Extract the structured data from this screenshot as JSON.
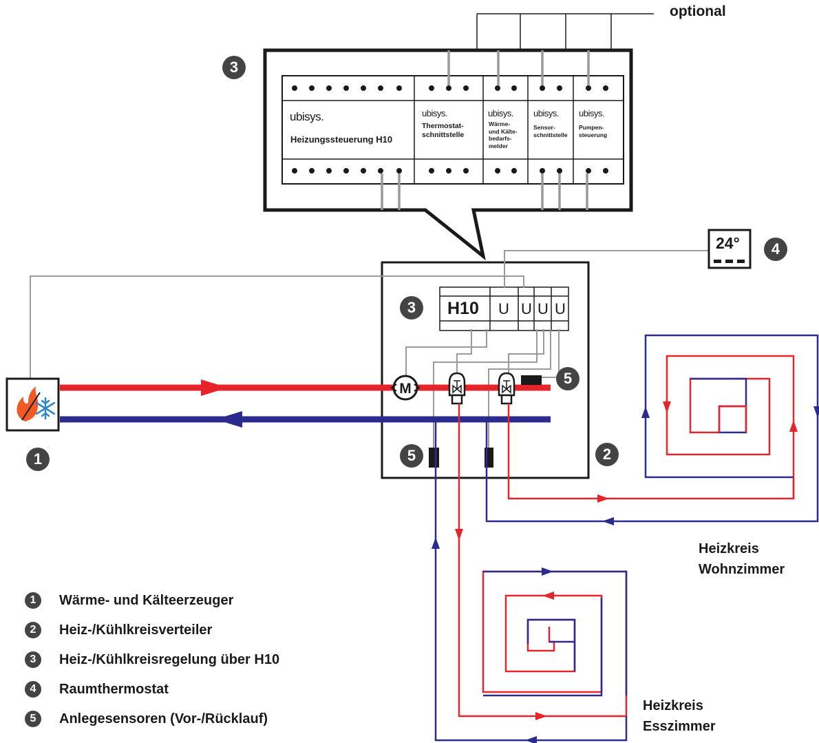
{
  "optional_label": "optional",
  "modules": {
    "brand": "ubisys.",
    "h10": "Heizungssteuerung H10",
    "thermostat": [
      "Thermostat-",
      "schnittstelle"
    ],
    "bedarf": [
      "Wärme-",
      "und Kälte-",
      "bedarfs-",
      "melder"
    ],
    "sensor": [
      "Sensor-",
      "schnittstelle"
    ],
    "pumpe": [
      "Pumpen-",
      "steuerung"
    ]
  },
  "cabinet": {
    "h10": "H10",
    "channel": "U"
  },
  "thermostat_display": "24°",
  "badges": {
    "b1": "1",
    "b2": "2",
    "b3": "3",
    "b4": "4",
    "b5": "5"
  },
  "circuits": {
    "wohn": [
      "Heizkreis",
      "Wohnzimmer"
    ],
    "ess": [
      "Heizkreis",
      "Esszimmer"
    ]
  },
  "legend": [
    {
      "num": "1",
      "text": "Wärme- und Kälteerzeuger"
    },
    {
      "num": "2",
      "text": "Heiz-/Kühlkreisverteiler"
    },
    {
      "num": "3",
      "text": "Heiz-/Kühlkreisregelung über H10"
    },
    {
      "num": "4",
      "text": "Raumthermostat"
    },
    {
      "num": "5",
      "text": "Anlegesensoren (Vor-/Rücklauf)"
    }
  ],
  "colors": {
    "red": "#e8242b",
    "blue": "#2b2a8e",
    "gray": "#999999",
    "dark": "#1a1a1a",
    "badge": "#444444",
    "orange": "#f15a24",
    "ice": "#2e86c8"
  },
  "icons": [
    "heat-cold-generator-icon",
    "pump-motor-icon",
    "valve-actuator-icon",
    "sensor-clamp-icon",
    "room-thermostat-icon",
    "flow-arrow-icon"
  ]
}
